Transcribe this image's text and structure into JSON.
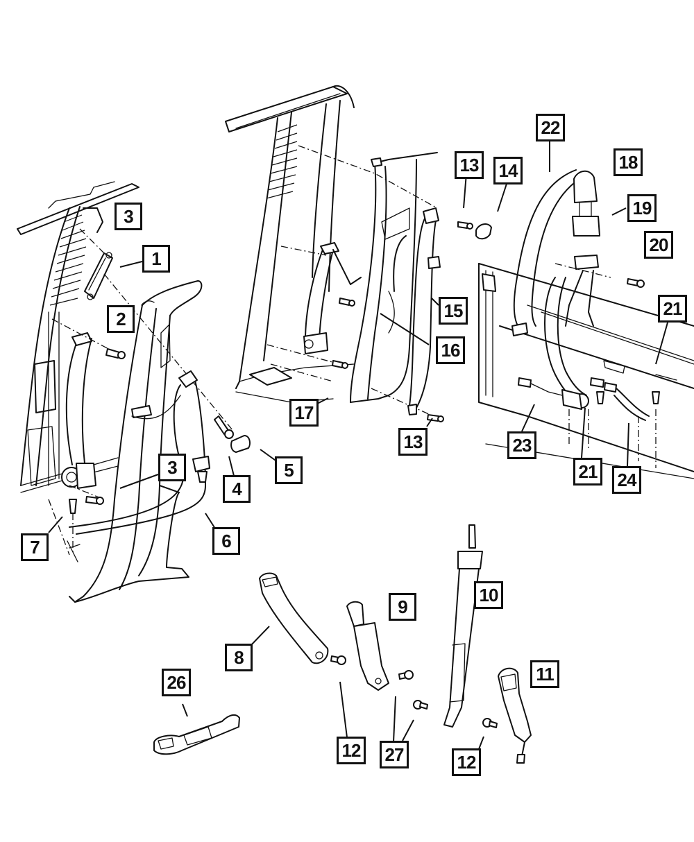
{
  "diagram": {
    "type": "exploded-parts-diagram",
    "subject": "Seat belt assemblies, B-pillar trim, and rear seat belt components",
    "style": {
      "line_color": "#111111",
      "background": "#ffffff"
    },
    "callouts": [
      {
        "id": "c3a",
        "label": "3"
      },
      {
        "id": "c1",
        "label": "1"
      },
      {
        "id": "c2",
        "label": "2"
      },
      {
        "id": "c3b",
        "label": "3"
      },
      {
        "id": "c4",
        "label": "4"
      },
      {
        "id": "c5",
        "label": "5"
      },
      {
        "id": "c6",
        "label": "6"
      },
      {
        "id": "c7",
        "label": "7"
      },
      {
        "id": "c8",
        "label": "8"
      },
      {
        "id": "c9",
        "label": "9"
      },
      {
        "id": "c10",
        "label": "10"
      },
      {
        "id": "c11",
        "label": "11"
      },
      {
        "id": "c12a",
        "label": "12"
      },
      {
        "id": "c12b",
        "label": "12"
      },
      {
        "id": "c13a",
        "label": "13"
      },
      {
        "id": "c13b",
        "label": "13"
      },
      {
        "id": "c14",
        "label": "14"
      },
      {
        "id": "c15",
        "label": "15"
      },
      {
        "id": "c16",
        "label": "16"
      },
      {
        "id": "c17",
        "label": "17"
      },
      {
        "id": "c18",
        "label": "18"
      },
      {
        "id": "c19",
        "label": "19"
      },
      {
        "id": "c20",
        "label": "20"
      },
      {
        "id": "c21a",
        "label": "21"
      },
      {
        "id": "c21b",
        "label": "21"
      },
      {
        "id": "c22",
        "label": "22"
      },
      {
        "id": "c23",
        "label": "23"
      },
      {
        "id": "c24",
        "label": "24"
      },
      {
        "id": "c26",
        "label": "26"
      },
      {
        "id": "c27",
        "label": "27"
      }
    ]
  }
}
